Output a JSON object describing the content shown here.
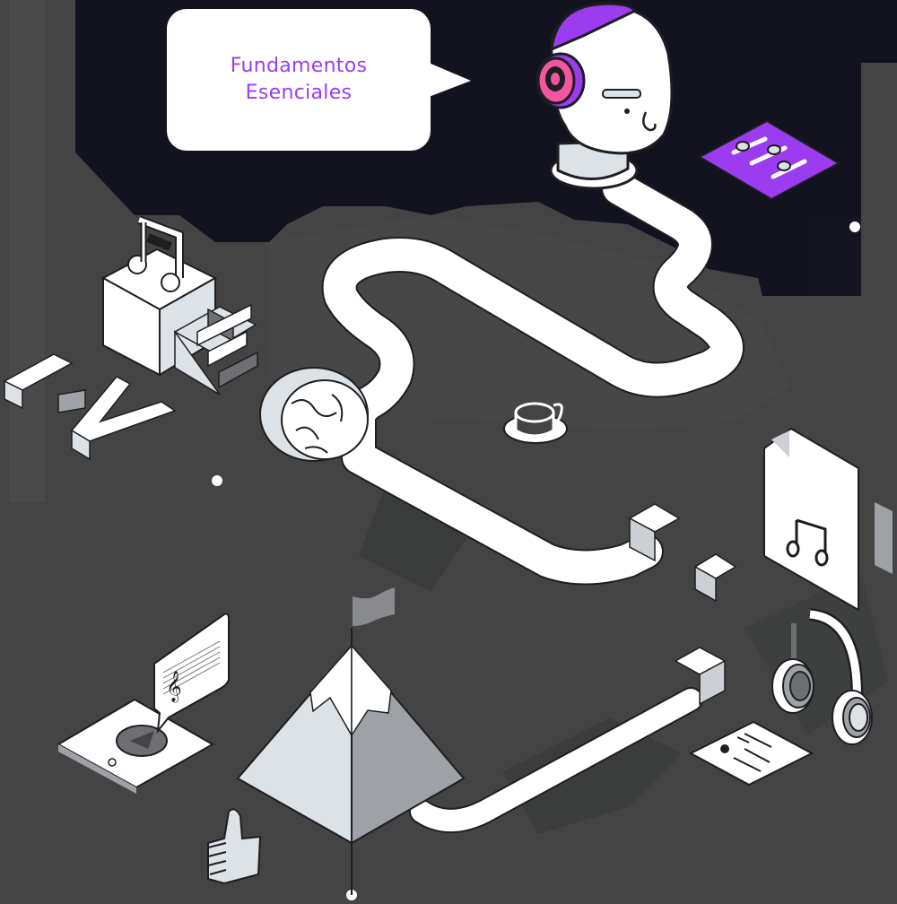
{
  "illustration": {
    "title": "Isometric learning path illustration",
    "bubble": {
      "line1": "Fundamentos",
      "line2": "Esenciales"
    },
    "colors": {
      "background_gray": "#444444",
      "shadow_gray": "#3c3d3d",
      "dark_navy": "#12131e",
      "accent_purple": "#9b3cf0",
      "accent_pink": "#f4559f",
      "white": "#ffffff",
      "light_gray": "#dde2e6",
      "mid_gray": "#9ea1a5",
      "outline": "#1d1e22"
    },
    "elements": [
      {
        "name": "speech-bubble",
        "label": "Fundamentos Esenciales"
      },
      {
        "name": "head-with-headphones",
        "color": "purple/pink"
      },
      {
        "name": "equalizer-panel",
        "color": "purple"
      },
      {
        "name": "music-note-on-cube"
      },
      {
        "name": "stairs"
      },
      {
        "name": "roman-numerals",
        "text": "I V"
      },
      {
        "name": "brain"
      },
      {
        "name": "winding-path"
      },
      {
        "name": "coffee-cup"
      },
      {
        "name": "music-file"
      },
      {
        "name": "cubes"
      },
      {
        "name": "headphones"
      },
      {
        "name": "checklist-card"
      },
      {
        "name": "tablet-with-play-button"
      },
      {
        "name": "sheet-music-bubble"
      },
      {
        "name": "mountain-with-flag"
      },
      {
        "name": "thumbs-up"
      }
    ]
  }
}
